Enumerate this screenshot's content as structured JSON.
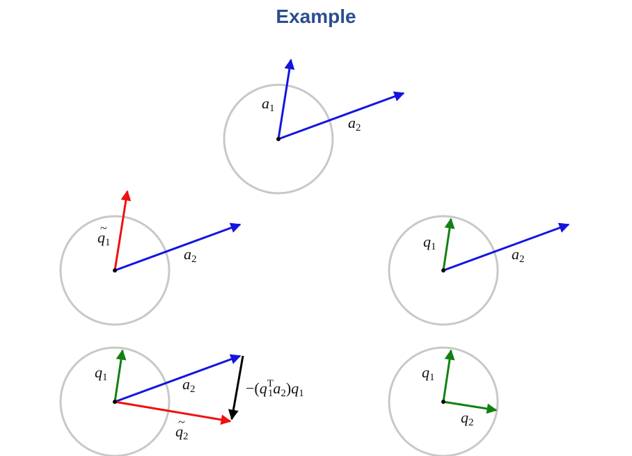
{
  "title": "Example",
  "colors": {
    "title": "#2b4e8f",
    "a": "#1414e0",
    "q_tilde": "#f01010",
    "q": "#128012",
    "projection": "#000000",
    "circle": "#c8c8c8"
  },
  "labels": {
    "a1": {
      "base": "a",
      "sub": "1",
      "tilde": ""
    },
    "a2": {
      "base": "a",
      "sub": "2",
      "tilde": ""
    },
    "q1": {
      "base": "q",
      "sub": "1",
      "tilde": ""
    },
    "q2": {
      "base": "q",
      "sub": "2",
      "tilde": ""
    },
    "q1_tilde": {
      "base": "q",
      "sub": "1",
      "tilde": "~"
    },
    "q2_tilde": {
      "base": "q",
      "sub": "2",
      "tilde": "~"
    },
    "projection": {
      "prefix": "−(",
      "q": "q",
      "sup": "T",
      "sub1": "1",
      "a": "a",
      "sub2": "2",
      "close": ")",
      "q_end": "q",
      "sub3": "1"
    }
  }
}
